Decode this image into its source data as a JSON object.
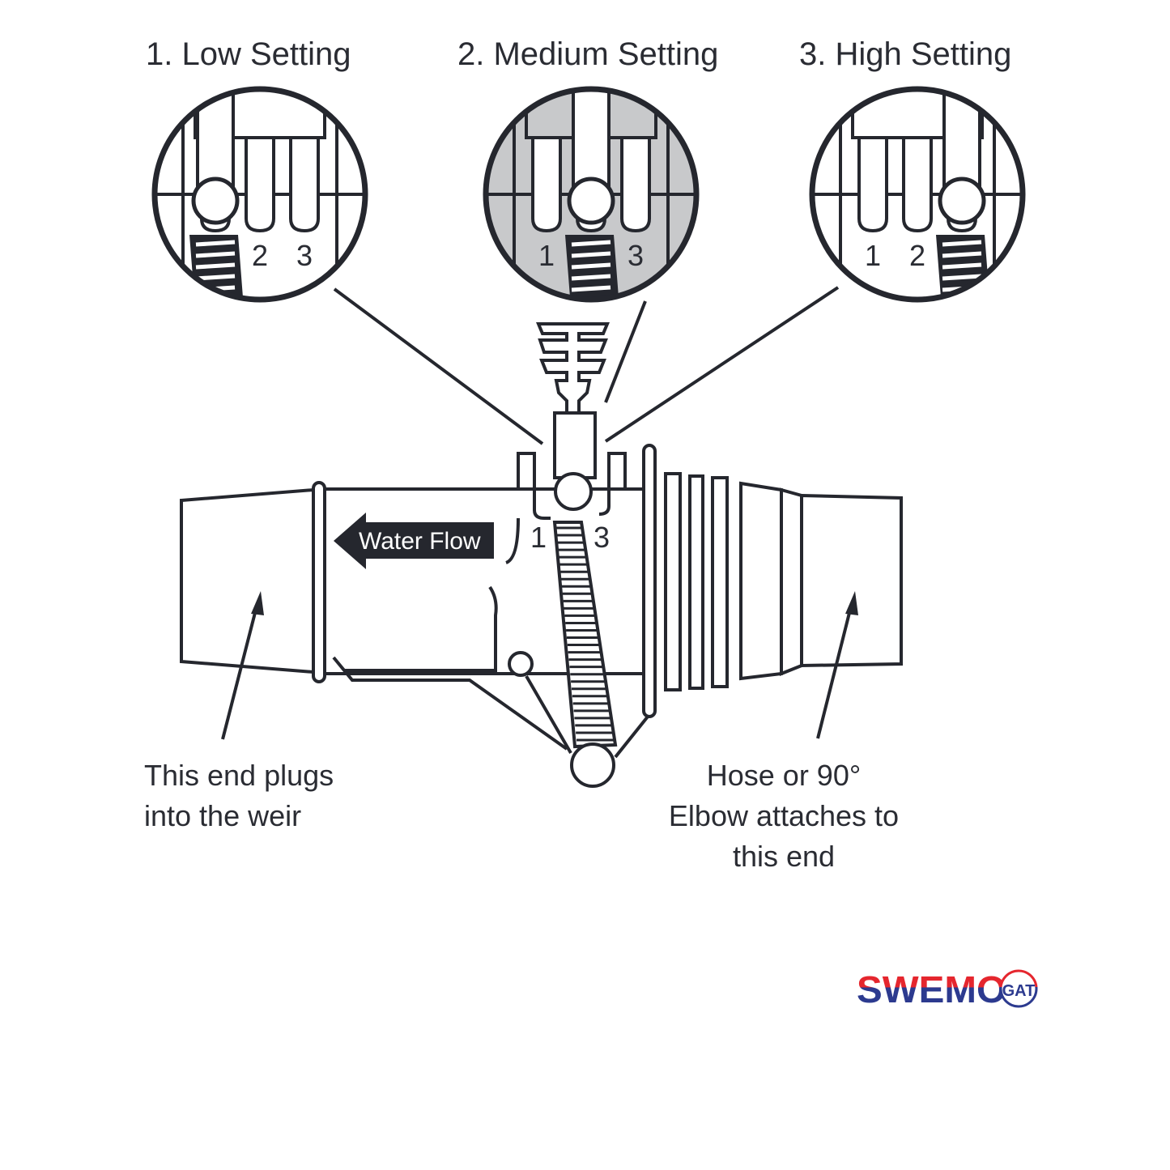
{
  "settings": [
    {
      "title": "1. Low Setting",
      "ball_slot": 1,
      "labels": [
        "",
        "2",
        "3"
      ],
      "shaded": false
    },
    {
      "title": "2. Medium Setting",
      "ball_slot": 2,
      "labels": [
        "1",
        "",
        "3"
      ],
      "shaded": true
    },
    {
      "title": "3. High Setting",
      "ball_slot": 3,
      "labels": [
        "1",
        "2",
        ""
      ],
      "shaded": false
    }
  ],
  "device": {
    "flow_label": "Water Flow",
    "slot_labels": [
      "1",
      "3"
    ]
  },
  "captions": {
    "left": [
      "This end plugs",
      "into the weir"
    ],
    "right": [
      "Hose or 90°",
      "Elbow attaches to",
      "this end"
    ]
  },
  "logo": {
    "text": "SWEMO",
    "sub": "GAT",
    "color_top": "#e5262e",
    "color_bottom": "#2c3a8f"
  },
  "colors": {
    "line": "#25272e",
    "shade": "#c8c9cb"
  }
}
